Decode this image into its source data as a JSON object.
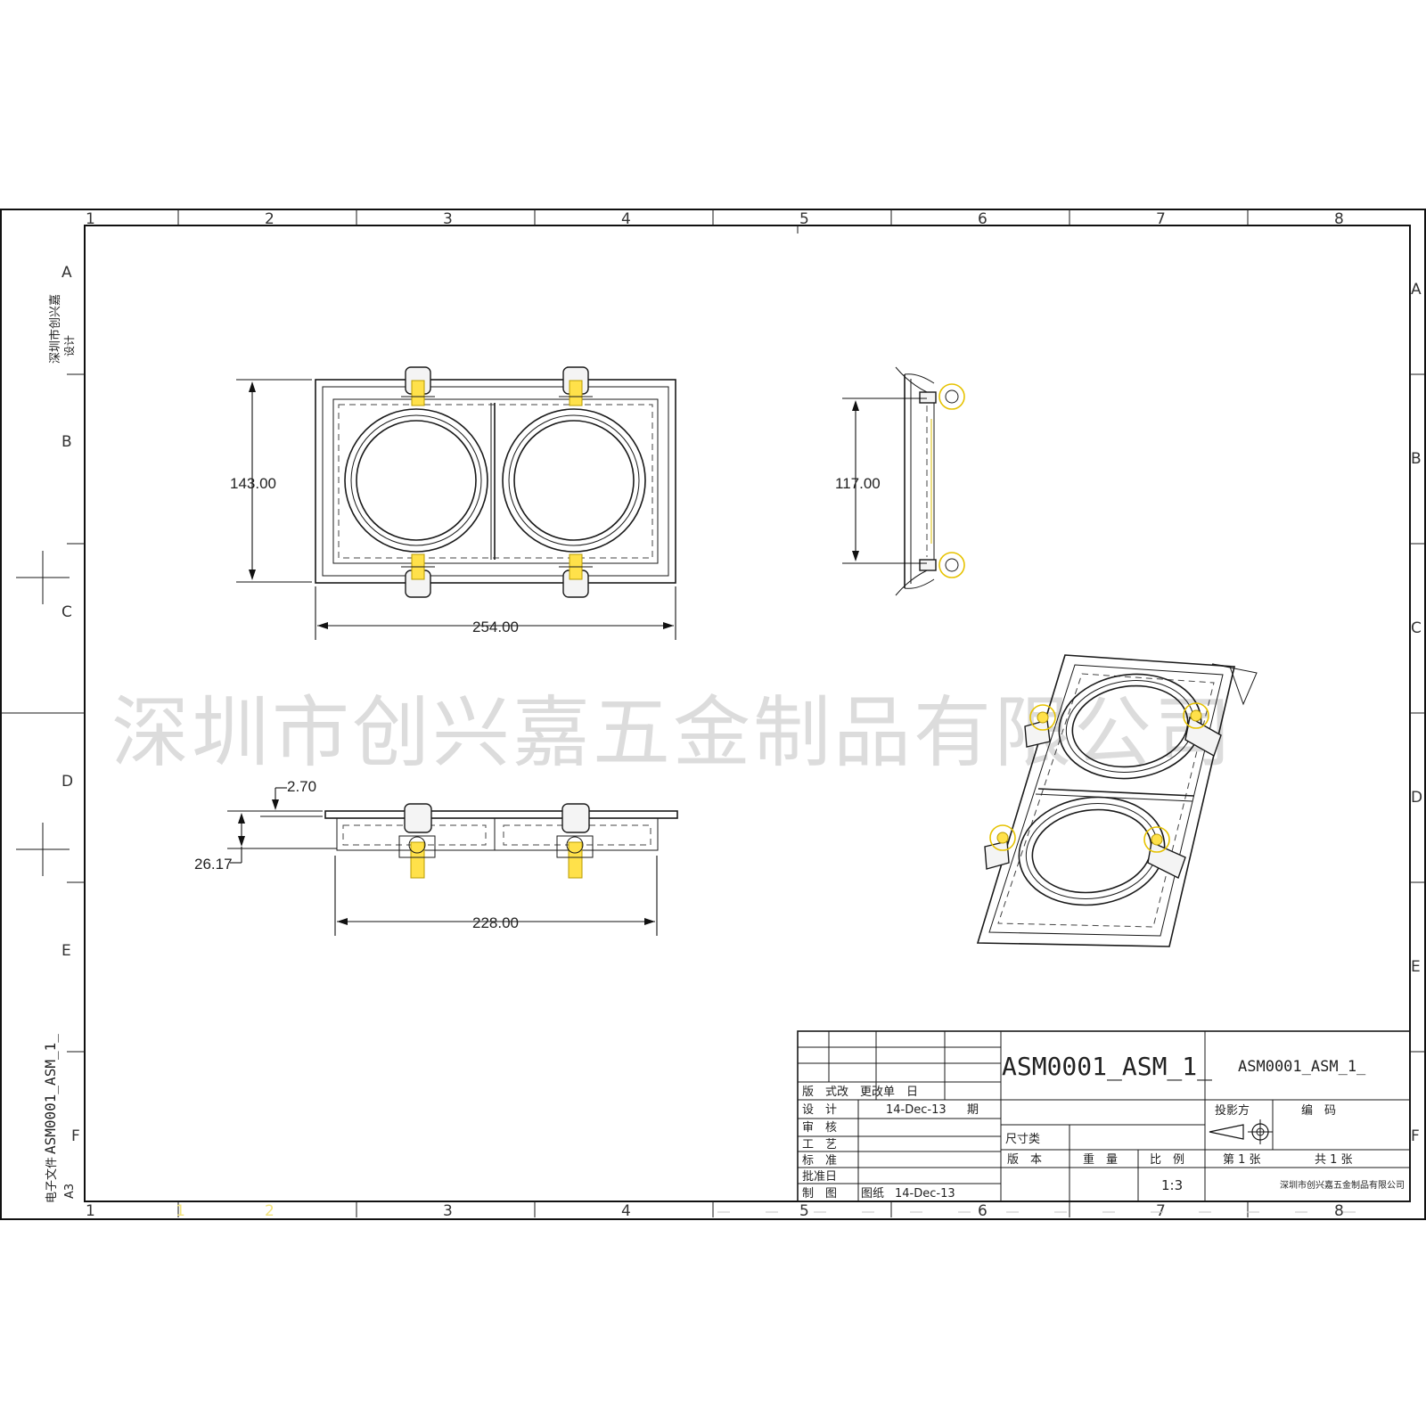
{
  "watermark": "深圳市创兴嘉五金制品有限公司",
  "zones": {
    "columns": [
      "1",
      "2",
      "3",
      "4",
      "5",
      "6",
      "7",
      "8"
    ],
    "rows": [
      "A",
      "B",
      "C",
      "D",
      "E",
      "F"
    ]
  },
  "dimensions": {
    "height_143": "143.00",
    "width_254": "254.00",
    "height_117": "117.00",
    "offset_2_70": "2.70",
    "depth_26_17": "26.17",
    "width_228": "228.00"
  },
  "side_margin": {
    "top_note": "深圳市创兴嘉",
    "top_note2": "设计",
    "file_label": "电子文件",
    "file_name": "ASM0001_ASM_1_",
    "sheet_size": "A3"
  },
  "title_block": {
    "drawing_name_large": "ASM0001_ASM_1_",
    "drawing_name_right": "ASM0001_ASM_1_",
    "row_version": "版　式改　更改单　日",
    "row_design": "设　计",
    "row_design_date": "14-Dec-13",
    "row_design_tag": "期",
    "row_review": "审　核",
    "row_process": "工　艺",
    "row_standard": "标　准",
    "row_approve": "批准日",
    "row_draw": "制　图",
    "row_draw_tag": "图纸",
    "row_draw_date": "14-Dec-13",
    "projection_label": "投影方",
    "code_label": "编　码",
    "dimension_label": "尺寸类",
    "version_label": "版　本",
    "weight_label": "重　量",
    "scale_label": "比　例",
    "scale_value": "1:3",
    "sheet_label": "第 1 张",
    "total_label": "共 1 张",
    "company_small": "深圳市创兴嘉五金制品有限公司"
  }
}
